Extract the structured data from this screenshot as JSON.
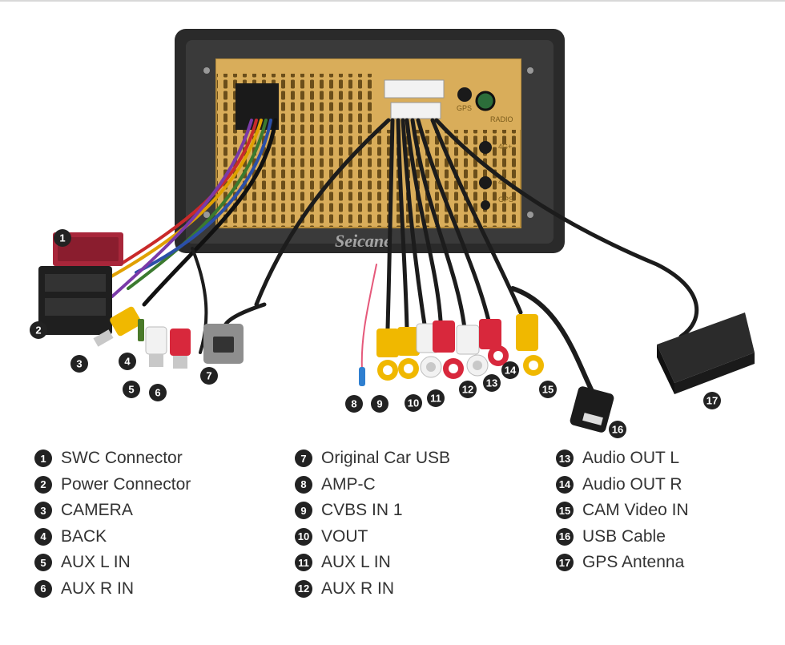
{
  "brand_watermark": "Seicane",
  "panel_labels": {
    "gps": "GPS",
    "radio": "RADIO",
    "p4g1": "4G+",
    "p4g2": "4G-",
    "gps2": "GPS"
  },
  "colors": {
    "panel": "#d9ad5a",
    "frame": "#2a2a2a",
    "rca_yellow": "#f0b800",
    "rca_red": "#d8283c",
    "rca_white": "#f2f2f2",
    "connector_red": "#a8263a",
    "cable": "#1c1c1c",
    "antenna": "#2b2b2b",
    "badge": "#222222"
  },
  "callouts": [
    "1",
    "2",
    "3",
    "4",
    "5",
    "6",
    "7",
    "8",
    "9",
    "10",
    "11",
    "12",
    "13",
    "14",
    "15",
    "16",
    "17"
  ],
  "legend": {
    "col1": [
      {
        "num": "1",
        "label": "SWC Connector"
      },
      {
        "num": "2",
        "label": "Power Connector"
      },
      {
        "num": "3",
        "label": "CAMERA"
      },
      {
        "num": "4",
        "label": "BACK"
      },
      {
        "num": "5",
        "label": "AUX L IN"
      },
      {
        "num": "6",
        "label": "AUX R IN"
      }
    ],
    "col2": [
      {
        "num": "7",
        "label": "Original Car USB"
      },
      {
        "num": "8",
        "label": "AMP-C"
      },
      {
        "num": "9",
        "label": "CVBS IN 1"
      },
      {
        "num": "10",
        "label": "VOUT"
      },
      {
        "num": "11",
        "label": "AUX L IN"
      },
      {
        "num": "12",
        "label": "AUX R IN"
      }
    ],
    "col3": [
      {
        "num": "13",
        "label": "Audio OUT L"
      },
      {
        "num": "14",
        "label": "Audio OUT R"
      },
      {
        "num": "15",
        "label": "CAM Video IN"
      },
      {
        "num": "16",
        "label": "USB Cable"
      },
      {
        "num": "17",
        "label": "GPS Antenna"
      }
    ]
  }
}
